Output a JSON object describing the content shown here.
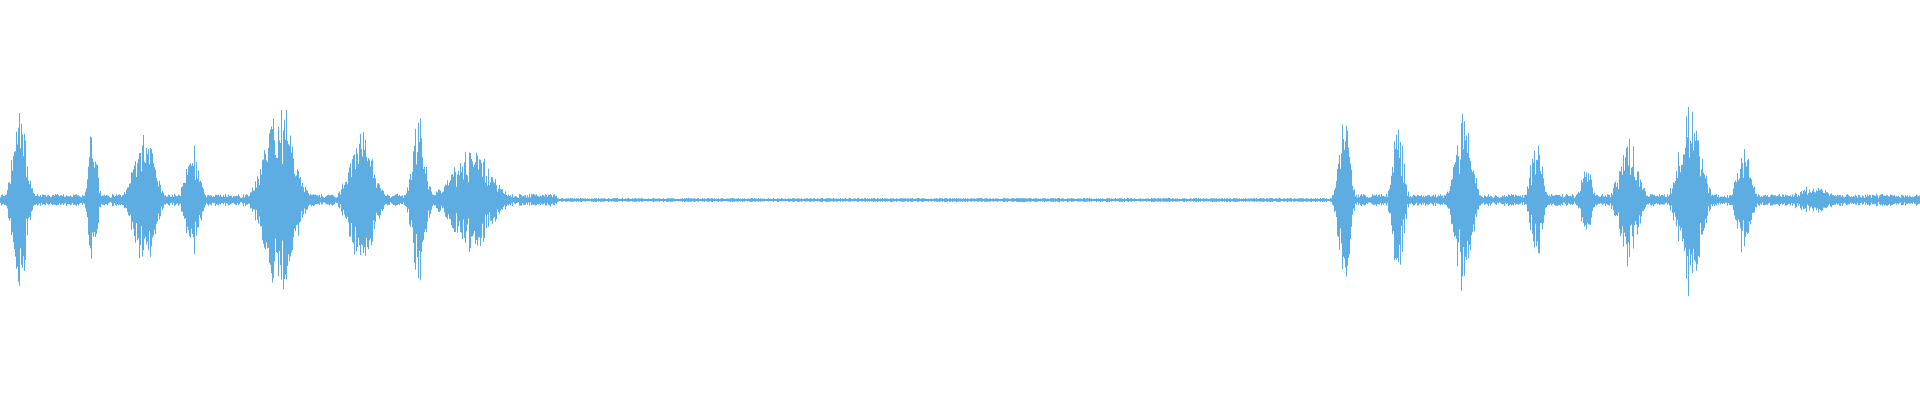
{
  "waveform": {
    "color": "#5dade2",
    "background": "#ffffff",
    "duration_fraction_segments": [
      {
        "start": 0.0,
        "end": 0.29,
        "kind": "speech"
      },
      {
        "start": 0.29,
        "end": 0.695,
        "kind": "near-silence"
      },
      {
        "start": 0.695,
        "end": 1.0,
        "kind": "speech"
      }
    ],
    "bursts": [
      {
        "center": 0.01,
        "width": 0.01,
        "peak": 0.58
      },
      {
        "center": 0.048,
        "width": 0.006,
        "peak": 0.46
      },
      {
        "center": 0.075,
        "width": 0.016,
        "peak": 0.42
      },
      {
        "center": 0.1,
        "width": 0.01,
        "peak": 0.34
      },
      {
        "center": 0.145,
        "width": 0.022,
        "peak": 0.58
      },
      {
        "center": 0.188,
        "width": 0.018,
        "peak": 0.4
      },
      {
        "center": 0.218,
        "width": 0.01,
        "peak": 0.48
      },
      {
        "center": 0.245,
        "width": 0.03,
        "peak": 0.3
      },
      {
        "center": 0.7,
        "width": 0.008,
        "peak": 0.58
      },
      {
        "center": 0.728,
        "width": 0.008,
        "peak": 0.46
      },
      {
        "center": 0.762,
        "width": 0.012,
        "peak": 0.55
      },
      {
        "center": 0.8,
        "width": 0.008,
        "peak": 0.42
      },
      {
        "center": 0.826,
        "width": 0.008,
        "peak": 0.2
      },
      {
        "center": 0.848,
        "width": 0.014,
        "peak": 0.38
      },
      {
        "center": 0.88,
        "width": 0.016,
        "peak": 0.55
      },
      {
        "center": 0.908,
        "width": 0.01,
        "peak": 0.34
      },
      {
        "center": 0.945,
        "width": 0.03,
        "peak": 0.08
      }
    ],
    "baseline_noise": 0.012,
    "speech_floor": 0.035
  }
}
